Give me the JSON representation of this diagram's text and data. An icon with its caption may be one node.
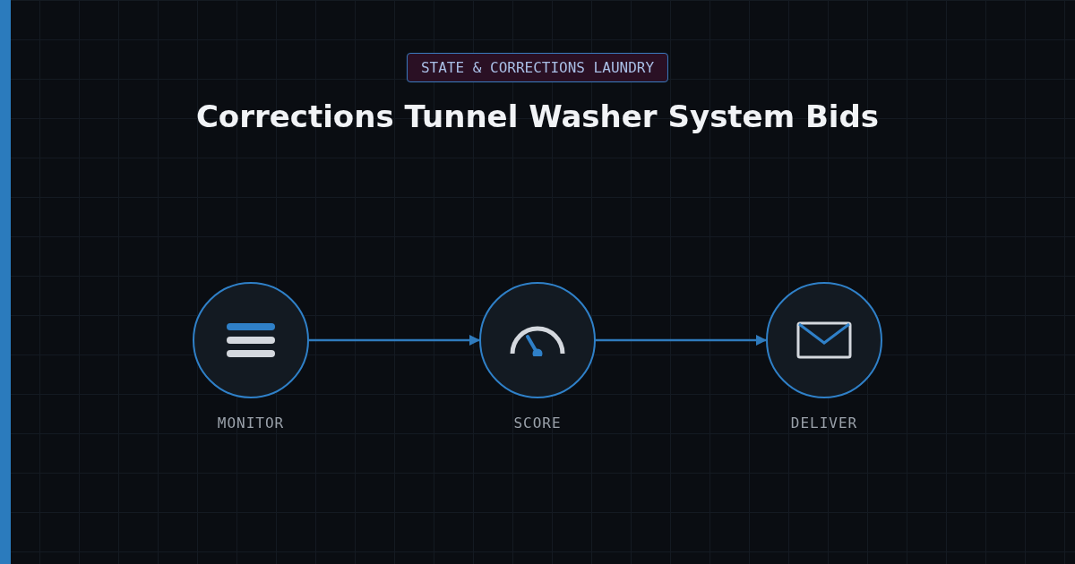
{
  "diagram": {
    "title": "Corrections Tunnel Washer System Bids",
    "nodes": [
      {
        "text": [],
        "shape": "circle",
        "beside": [
          "MONITOR"
        ]
      },
      {
        "text": [],
        "shape": "circle",
        "beside": [
          "SCORE"
        ]
      },
      {
        "text": [],
        "shape": "circle",
        "beside": [
          "DELIVER"
        ]
      }
    ],
    "edges": [
      {
        "from": 0,
        "to": 1,
        "arrow": "to"
      },
      {
        "from": 1,
        "to": 2,
        "arrow": "to"
      }
    ],
    "labels": [
      "STATE & CORRECTIONS LAUNDRY"
    ]
  }
}
